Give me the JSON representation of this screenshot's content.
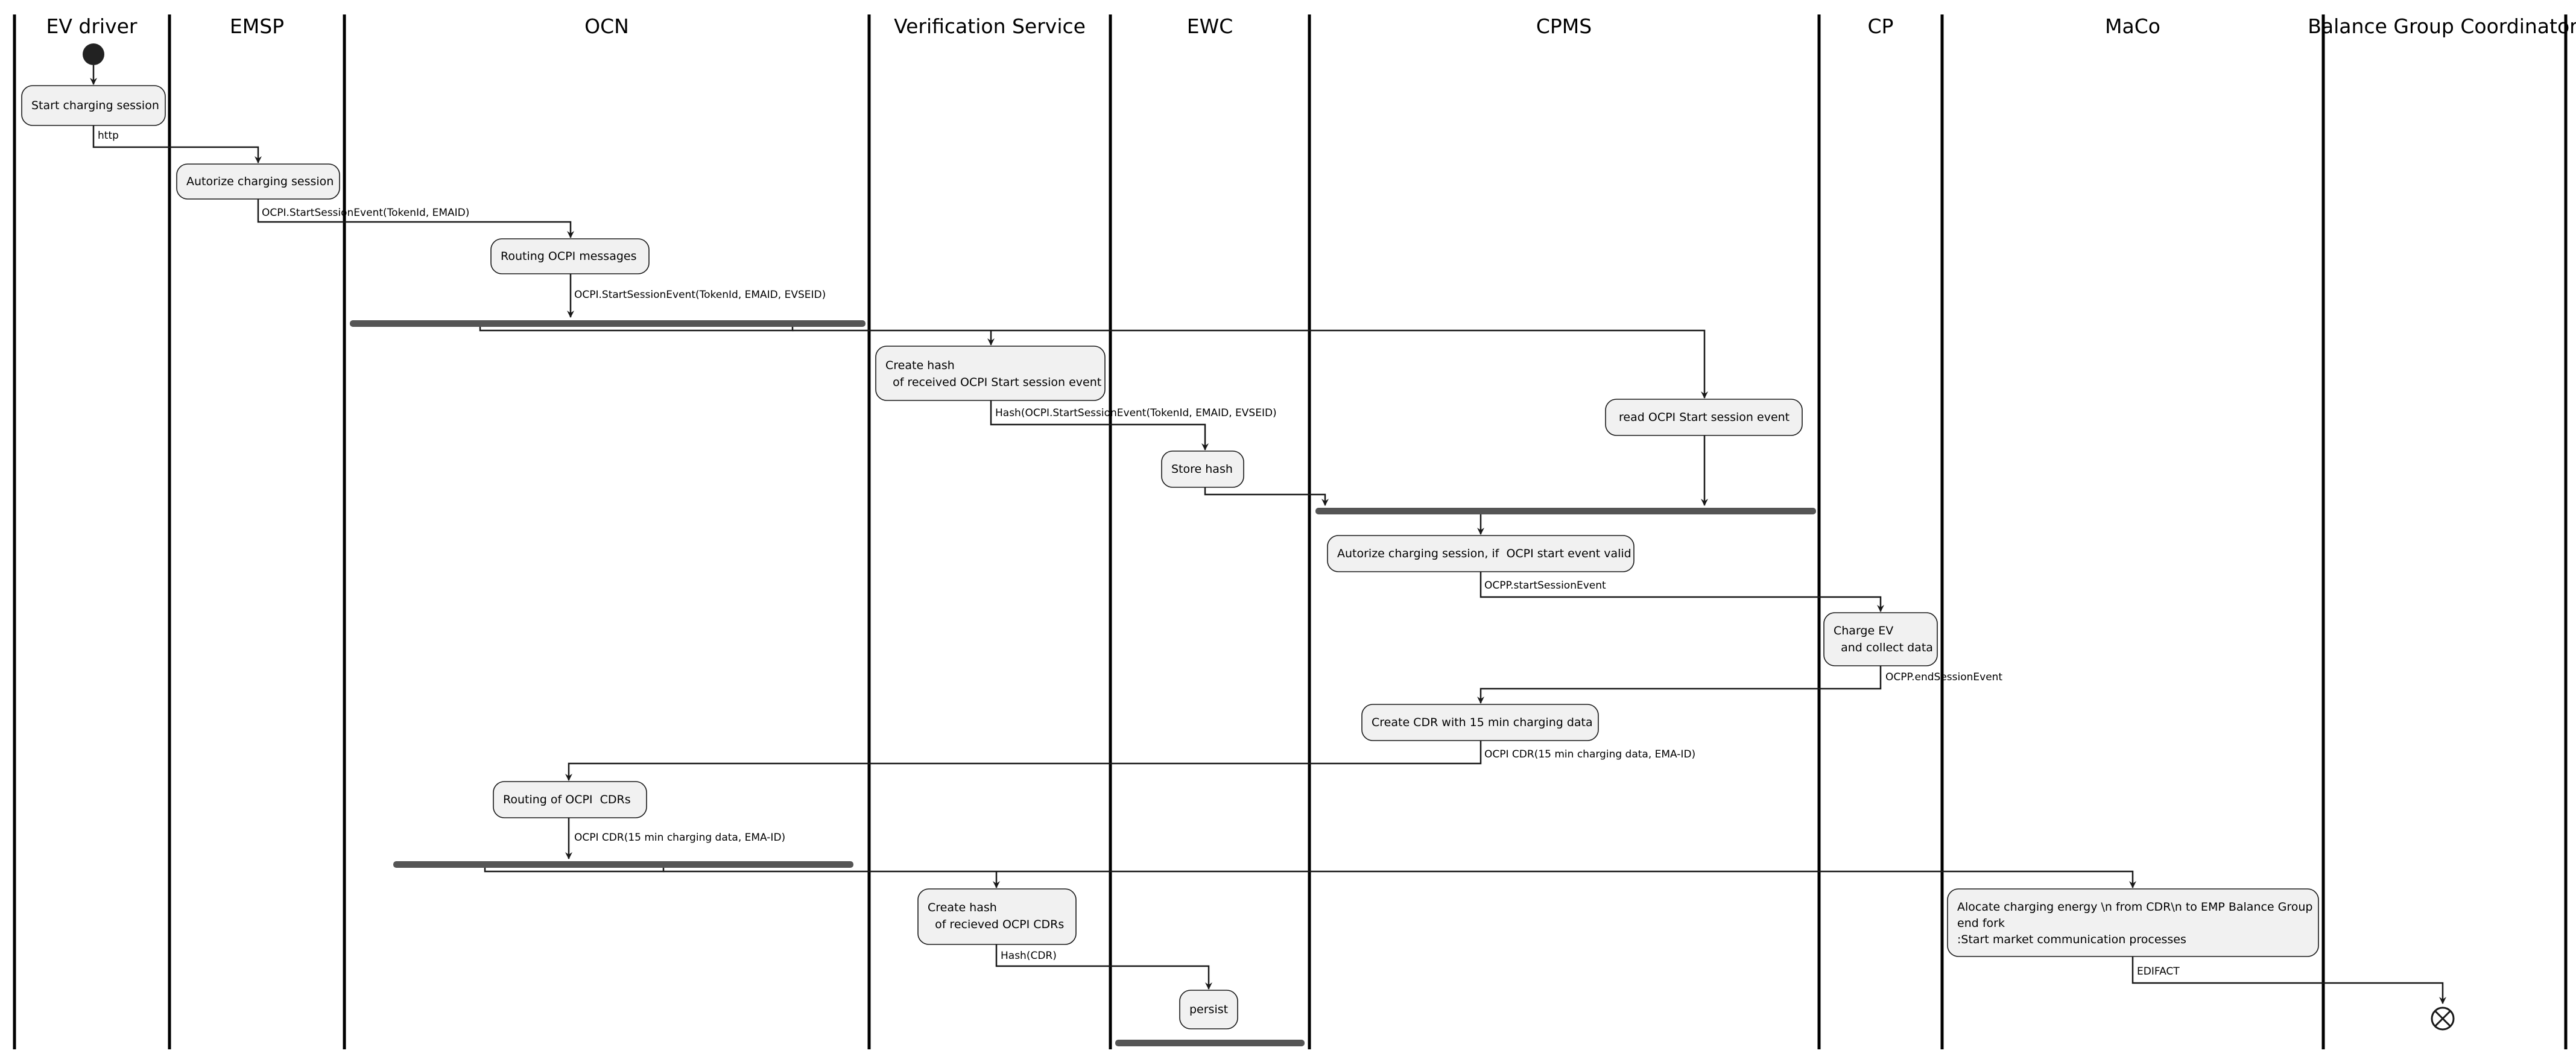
{
  "lanes": [
    {
      "id": "ev",
      "title": "EV driver"
    },
    {
      "id": "emsp",
      "title": "EMSP"
    },
    {
      "id": "ocn",
      "title": "OCN"
    },
    {
      "id": "vs",
      "title": "Verification Service"
    },
    {
      "id": "ewc",
      "title": "EWC"
    },
    {
      "id": "cpms",
      "title": "CPMS"
    },
    {
      "id": "cp",
      "title": "CP"
    },
    {
      "id": "maco",
      "title": "MaCo"
    },
    {
      "id": "bgc",
      "title": "Balance Group Coordinator"
    }
  ],
  "activities": [
    {
      "id": "a1",
      "lines": [
        "Start charging session"
      ]
    },
    {
      "id": "a2",
      "lines": [
        "Autorize charging session"
      ]
    },
    {
      "id": "a3",
      "lines": [
        "Routing OCPI messages"
      ]
    },
    {
      "id": "a4",
      "lines": [
        "Create hash",
        "  of received OCPI Start session event"
      ]
    },
    {
      "id": "a5",
      "lines": [
        " read OCPI Start session event"
      ]
    },
    {
      "id": "a6",
      "lines": [
        "Store hash"
      ]
    },
    {
      "id": "a7",
      "lines": [
        "Autorize charging session, if  OCPI start event valid"
      ]
    },
    {
      "id": "a8",
      "lines": [
        "Charge EV",
        "  and collect data"
      ]
    },
    {
      "id": "a9",
      "lines": [
        "Create CDR with 15 min charging data"
      ]
    },
    {
      "id": "a10",
      "lines": [
        "Routing of OCPI  CDRs"
      ]
    },
    {
      "id": "a11",
      "lines": [
        "Create hash",
        "  of recieved OCPI CDRs"
      ]
    },
    {
      "id": "a12",
      "lines": [
        "Alocate charging energy \\n from CDR\\n to EMP Balance Group",
        "end fork",
        ":Start market communication processes"
      ]
    },
    {
      "id": "a13",
      "lines": [
        "persist"
      ]
    }
  ],
  "flow_labels": [
    {
      "id": "l1",
      "text": "http"
    },
    {
      "id": "l2",
      "text": "OCPI.StartSessionEvent(TokenId, EMAID)"
    },
    {
      "id": "l3",
      "text": "OCPI.StartSessionEvent(TokenId, EMAID, EVSEID)"
    },
    {
      "id": "l4",
      "text": "Hash(OCPI.StartSessionEvent(TokenId, EMAID, EVSEID)"
    },
    {
      "id": "l5",
      "text": "OCPP.startSessionEvent"
    },
    {
      "id": "l6",
      "text": "OCPP.endSessionEvent"
    },
    {
      "id": "l7",
      "text": "OCPI CDR(15 min charging data, EMA-ID)"
    },
    {
      "id": "l8",
      "text": "OCPI CDR(15 min charging data, EMA-ID)"
    },
    {
      "id": "l9",
      "text": "Hash(CDR)"
    },
    {
      "id": "l10",
      "text": "EDIFACT"
    }
  ],
  "colors": {
    "box_fill": "#f1f1f1",
    "box_stroke": "#181818",
    "fork_bar": "#555555",
    "start_node": "#222222"
  },
  "symbols": {
    "start": "initial-node-icon",
    "end": "final-node-icon"
  }
}
